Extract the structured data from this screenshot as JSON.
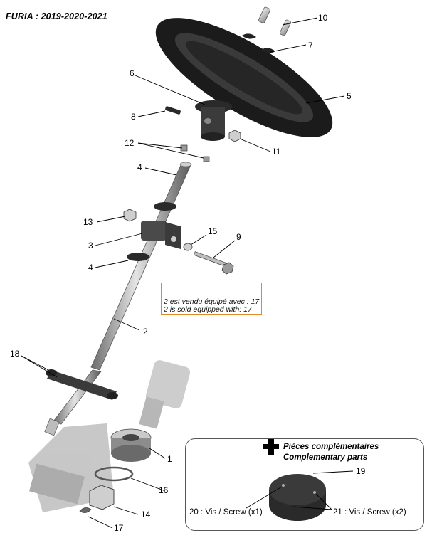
{
  "title": "FURIA : 2019-2020-2021",
  "callouts": {
    "c1": "1",
    "c2": "2",
    "c3": "3",
    "c4a": "4",
    "c4b": "4",
    "c5": "5",
    "c6": "6",
    "c7": "7",
    "c8": "8",
    "c9": "9",
    "c10": "10",
    "c11": "11",
    "c12": "12",
    "c13": "13",
    "c14": "14",
    "c15": "15",
    "c16": "16",
    "c17": "17",
    "c18": "18",
    "c19": "19"
  },
  "note": {
    "line_fr": "2 est vendu équipé avec : 17",
    "line_en": "2 is sold equipped with: 17"
  },
  "complementary": {
    "title_fr": "Pièces complémentaires",
    "title_en": "Complementary parts",
    "screw20": "20 : Vis / Screw (x1)",
    "screw21": "21 : Vis / Screw (x2)"
  },
  "colors": {
    "accent_orange": "#e08a2a",
    "part_dark": "#2a2a2a",
    "part_grey": "#9a9a9a"
  }
}
